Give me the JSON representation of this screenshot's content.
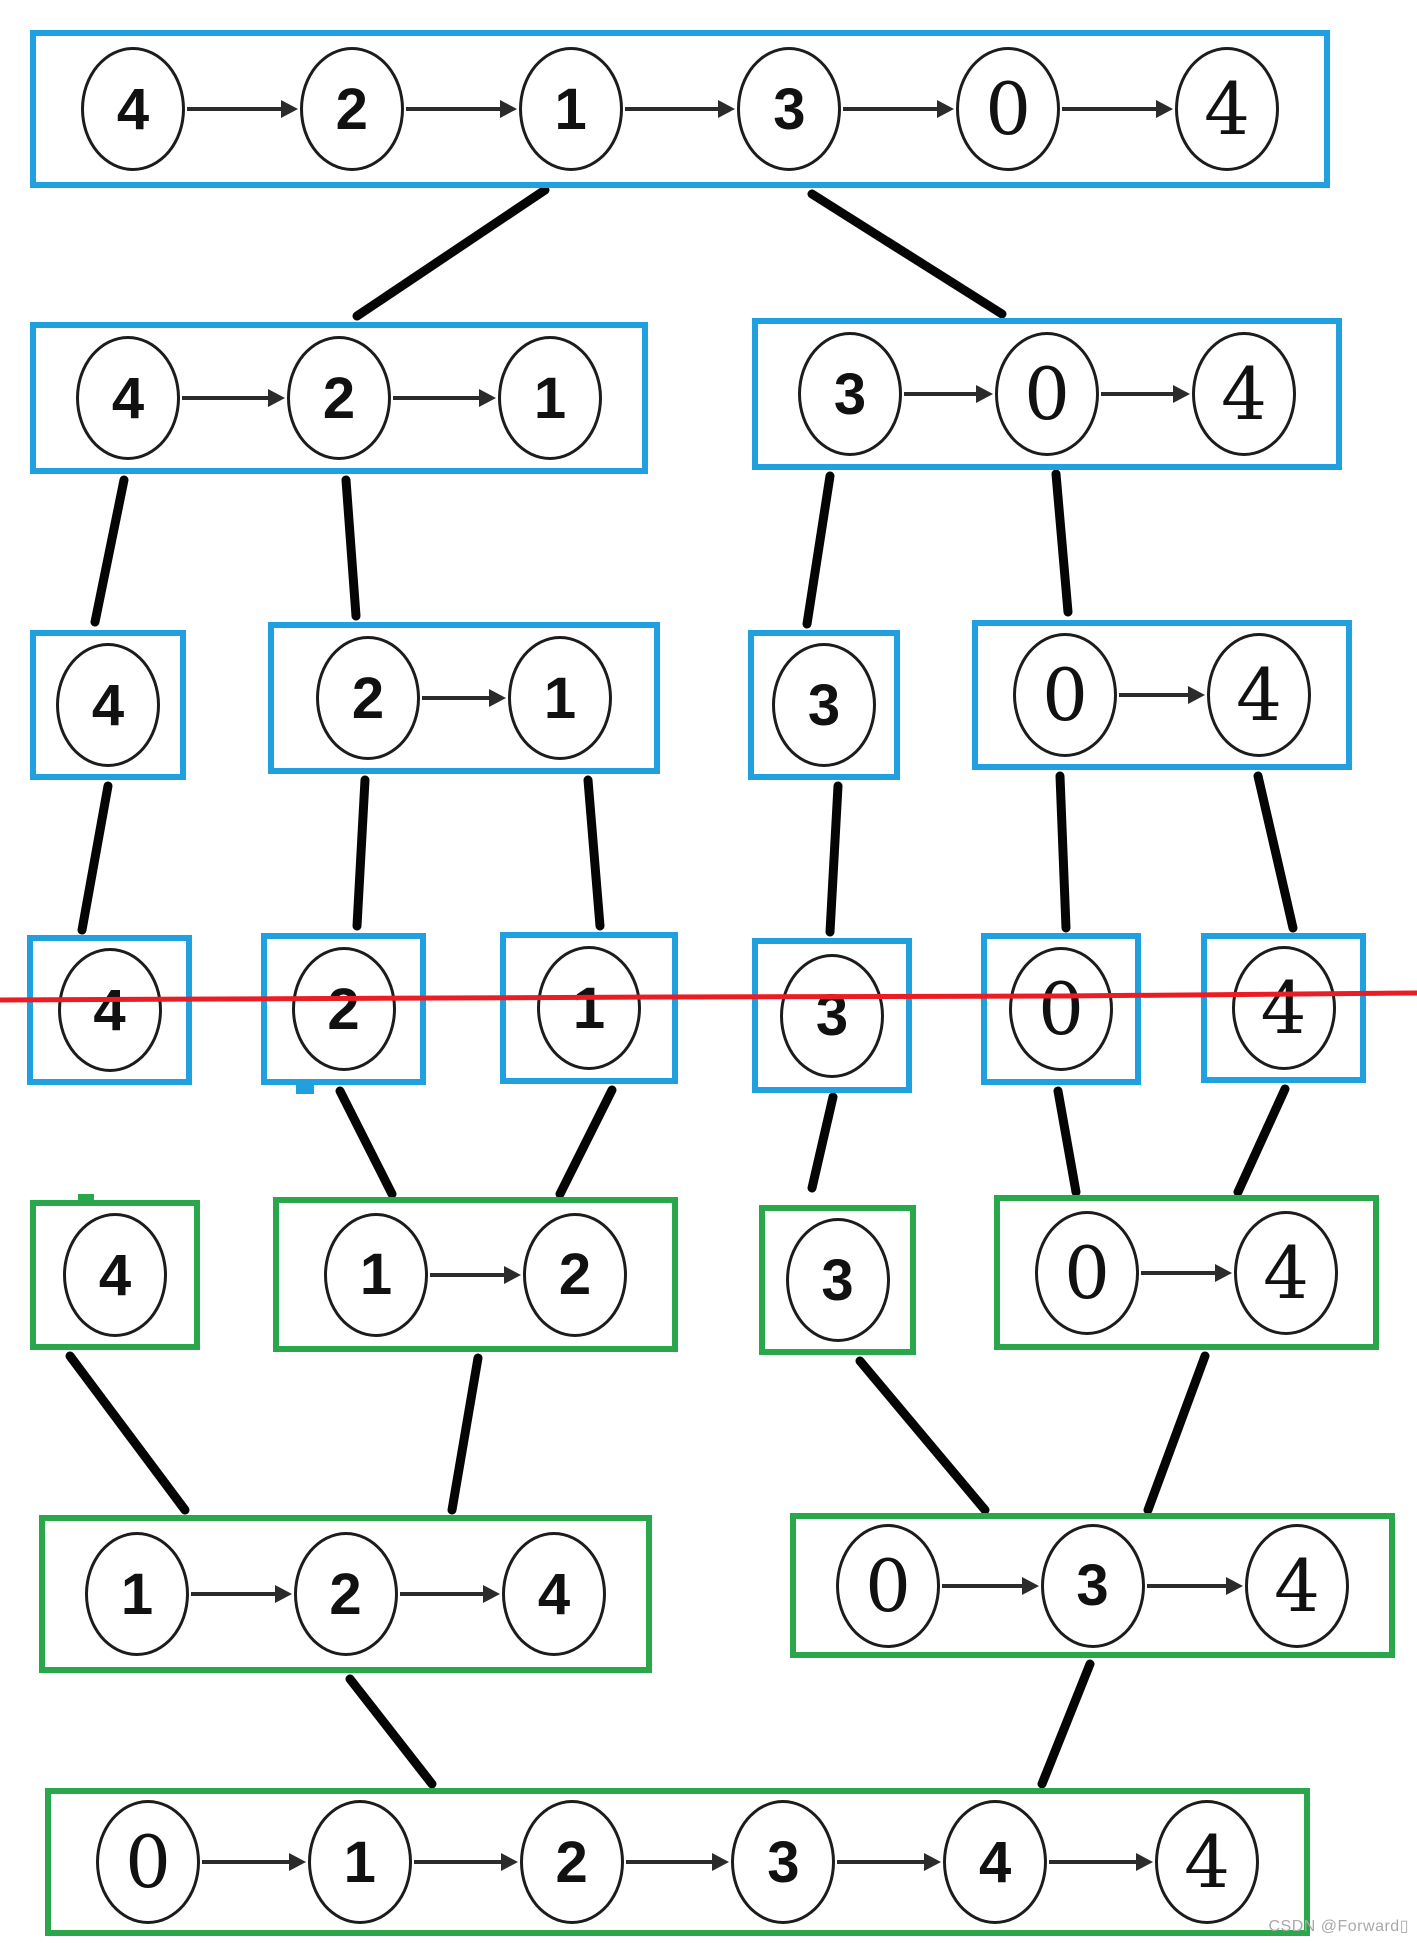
{
  "colors": {
    "split_box": "#21a0e0",
    "merge_box": "#2aa74a",
    "divider_line": "#ea1c24",
    "connector": "#050505",
    "node_stroke": "#1c1c1c"
  },
  "watermark": "CSDN @Forward▯",
  "levels": [
    {
      "name": "original-list",
      "boxes": [
        {
          "id": "unsorted-full",
          "type": "split",
          "nodes": [
            {
              "value": "4",
              "font": "sans"
            },
            {
              "value": "2",
              "font": "sans"
            },
            {
              "value": "1",
              "font": "sans"
            },
            {
              "value": "3",
              "font": "sans"
            },
            {
              "value": "0",
              "font": "serif"
            },
            {
              "value": "4",
              "font": "serif"
            }
          ]
        }
      ]
    },
    {
      "name": "split-halves",
      "boxes": [
        {
          "id": "left-half",
          "type": "split",
          "nodes": [
            {
              "value": "4",
              "font": "sans"
            },
            {
              "value": "2",
              "font": "sans"
            },
            {
              "value": "1",
              "font": "sans"
            }
          ]
        },
        {
          "id": "right-half",
          "type": "split",
          "nodes": [
            {
              "value": "3",
              "font": "sans"
            },
            {
              "value": "0",
              "font": "serif"
            },
            {
              "value": "4",
              "font": "serif"
            }
          ]
        }
      ]
    },
    {
      "name": "split-quarters",
      "boxes": [
        {
          "id": "q1",
          "type": "split",
          "nodes": [
            {
              "value": "4",
              "font": "sans"
            }
          ]
        },
        {
          "id": "q2",
          "type": "split",
          "nodes": [
            {
              "value": "2",
              "font": "sans"
            },
            {
              "value": "1",
              "font": "sans"
            }
          ]
        },
        {
          "id": "q3",
          "type": "split",
          "nodes": [
            {
              "value": "3",
              "font": "sans"
            }
          ]
        },
        {
          "id": "q4",
          "type": "split",
          "nodes": [
            {
              "value": "0",
              "font": "serif"
            },
            {
              "value": "4",
              "font": "serif"
            }
          ]
        }
      ]
    },
    {
      "name": "single-elements",
      "boxes": [
        {
          "id": "s1",
          "type": "split",
          "nodes": [
            {
              "value": "4",
              "font": "sans"
            }
          ]
        },
        {
          "id": "s2",
          "type": "split",
          "nodes": [
            {
              "value": "2",
              "font": "sans"
            }
          ]
        },
        {
          "id": "s3",
          "type": "split",
          "nodes": [
            {
              "value": "1",
              "font": "sans"
            }
          ]
        },
        {
          "id": "s4",
          "type": "split",
          "nodes": [
            {
              "value": "3",
              "font": "sans"
            }
          ]
        },
        {
          "id": "s5",
          "type": "split",
          "nodes": [
            {
              "value": "0",
              "font": "serif"
            }
          ]
        },
        {
          "id": "s6",
          "type": "split",
          "nodes": [
            {
              "value": "4",
              "font": "serif"
            }
          ]
        }
      ]
    },
    {
      "name": "merge-pairs",
      "boxes": [
        {
          "id": "m1",
          "type": "merge",
          "nodes": [
            {
              "value": "4",
              "font": "sans"
            }
          ]
        },
        {
          "id": "m2",
          "type": "merge",
          "nodes": [
            {
              "value": "1",
              "font": "sans"
            },
            {
              "value": "2",
              "font": "sans"
            }
          ]
        },
        {
          "id": "m3",
          "type": "merge",
          "nodes": [
            {
              "value": "3",
              "font": "sans"
            }
          ]
        },
        {
          "id": "m4",
          "type": "merge",
          "nodes": [
            {
              "value": "0",
              "font": "serif"
            },
            {
              "value": "4",
              "font": "serif"
            }
          ]
        }
      ]
    },
    {
      "name": "merge-halves",
      "boxes": [
        {
          "id": "mh1",
          "type": "merge",
          "nodes": [
            {
              "value": "1",
              "font": "sans"
            },
            {
              "value": "2",
              "font": "sans"
            },
            {
              "value": "4",
              "font": "sans"
            }
          ]
        },
        {
          "id": "mh2",
          "type": "merge",
          "nodes": [
            {
              "value": "0",
              "font": "serif"
            },
            {
              "value": "3",
              "font": "sans"
            },
            {
              "value": "4",
              "font": "serif"
            }
          ]
        }
      ]
    },
    {
      "name": "sorted-list",
      "boxes": [
        {
          "id": "sorted-full",
          "type": "merge",
          "nodes": [
            {
              "value": "0",
              "font": "serif"
            },
            {
              "value": "1",
              "font": "sans"
            },
            {
              "value": "2",
              "font": "sans"
            },
            {
              "value": "3",
              "font": "sans"
            },
            {
              "value": "4",
              "font": "sans"
            },
            {
              "value": "4",
              "font": "serif"
            }
          ]
        }
      ]
    }
  ]
}
